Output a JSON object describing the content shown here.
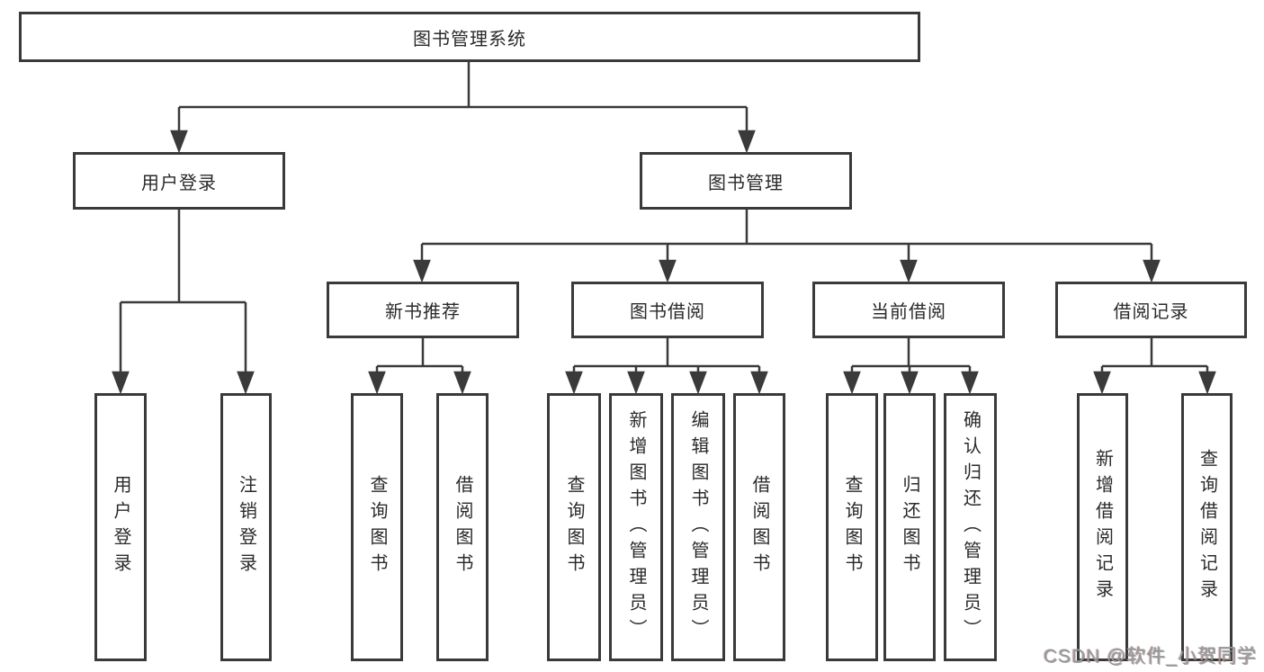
{
  "tree": {
    "root": {
      "label": "图书管理系统"
    },
    "user_login": {
      "label": "用户登录",
      "children": [
        {
          "label": "用户登录"
        },
        {
          "label": "注销登录"
        }
      ]
    },
    "book_mgmt": {
      "label": "图书管理",
      "new_book": {
        "label": "新书推荐",
        "children": [
          {
            "label": "查询图书"
          },
          {
            "label": "借阅图书"
          }
        ]
      },
      "book_borrow": {
        "label": "图书借阅",
        "children": [
          {
            "label": "查询图书"
          },
          {
            "label": "新增图书（管理员）"
          },
          {
            "label": "编辑图书（管理员）"
          },
          {
            "label": "借阅图书"
          }
        ]
      },
      "current_borrow": {
        "label": "当前借阅",
        "children": [
          {
            "label": "查询图书"
          },
          {
            "label": "归还图书"
          },
          {
            "label": "确认归还（管理员）"
          }
        ]
      },
      "borrow_record": {
        "label": "借阅记录",
        "children": [
          {
            "label": "新增借阅记录"
          },
          {
            "label": "查询借阅记录"
          }
        ]
      }
    }
  },
  "watermark": {
    "text": "CSDN @软件_小贺同学"
  },
  "colors": {
    "line": "#3a3a3a",
    "box_border": "#3a3a3a",
    "box_background": "#ffffff",
    "text": "#2a2a2a",
    "watermark": "#9a9a9a"
  }
}
